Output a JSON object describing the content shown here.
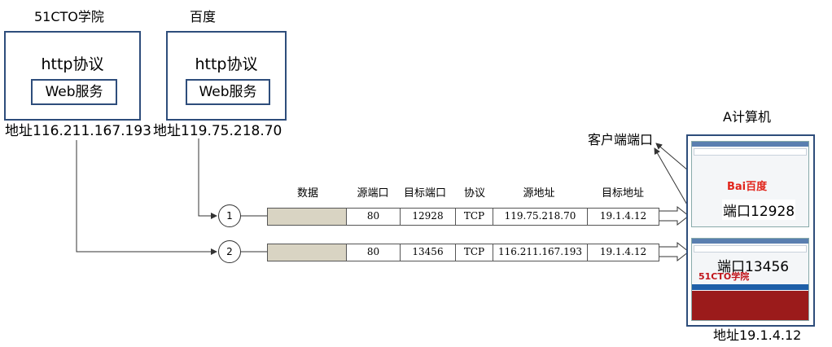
{
  "servers": [
    {
      "name": "51CTO学院",
      "protocol": "http协议",
      "service": "Web服务",
      "address": "地址116.211.167.193"
    },
    {
      "name": "百度",
      "protocol": "http协议",
      "service": "Web服务",
      "address": "地址119.75.218.70"
    }
  ],
  "table": {
    "headers": [
      "数据",
      "源端口",
      "目标端口",
      "协议",
      "源地址",
      "目标地址"
    ],
    "rows": [
      {
        "marker": "1",
        "src_port": "80",
        "dst_port": "12928",
        "protocol": "TCP",
        "src_addr": "119.75.218.70",
        "dst_addr": "19.1.4.12"
      },
      {
        "marker": "2",
        "src_port": "80",
        "dst_port": "13456",
        "protocol": "TCP",
        "src_addr": "116.211.167.193",
        "dst_addr": "19.1.4.12"
      }
    ]
  },
  "computer": {
    "title": "A计算机",
    "client_port_label": "客户端端口",
    "port1": "端口12928",
    "port2": "端口13456",
    "address": "地址19.1.4.12",
    "screen1_logo": "Bai百度",
    "screen2_logo": "51CTO学院"
  },
  "colors": {
    "border": "#2e4d7b",
    "data_cell": "#d9d4c3",
    "arrow": "#333333"
  }
}
